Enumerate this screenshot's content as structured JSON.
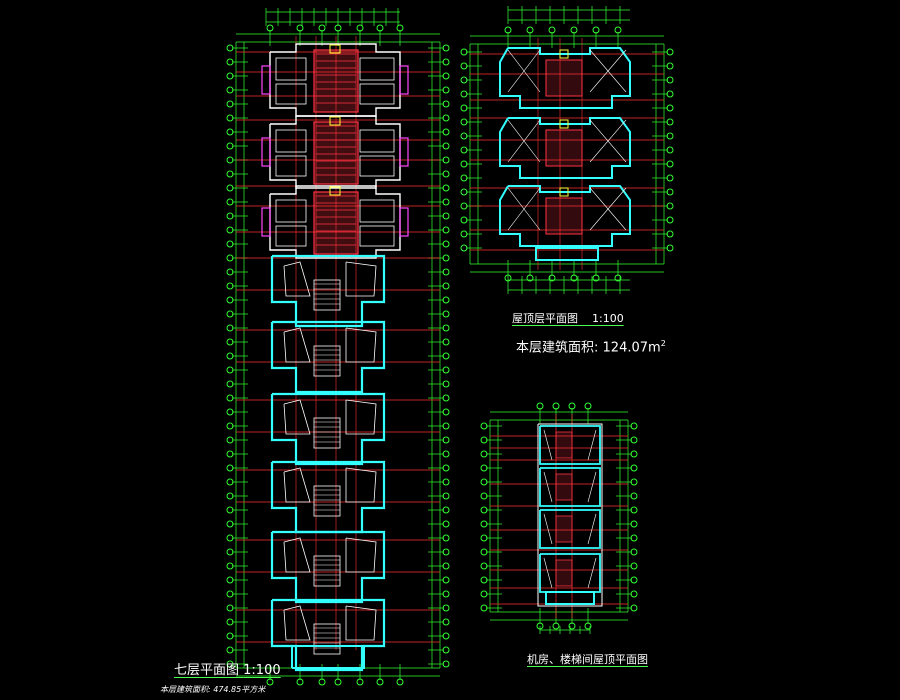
{
  "plans": {
    "main": {
      "title": "七层平面图",
      "scale": "1:100",
      "area_note": "本层建筑面积: 474.85平方米"
    },
    "roof": {
      "title": "屋顶层平面图",
      "scale": "1:100",
      "area_prefix": "本层建筑面积:",
      "area_value": "124.07m",
      "area_sup": "2"
    },
    "machine": {
      "title": "机房、楼梯间屋顶平面图"
    }
  },
  "colors": {
    "background": "#000000",
    "grid_axis": "#ff3030",
    "dimension": "#33ff33",
    "wall_cyan": "#33ffff",
    "wall_white": "#ffffff",
    "stair_red": "#ff3344",
    "accent_magenta": "#ff44ff",
    "accent_yellow": "#ffff33"
  }
}
